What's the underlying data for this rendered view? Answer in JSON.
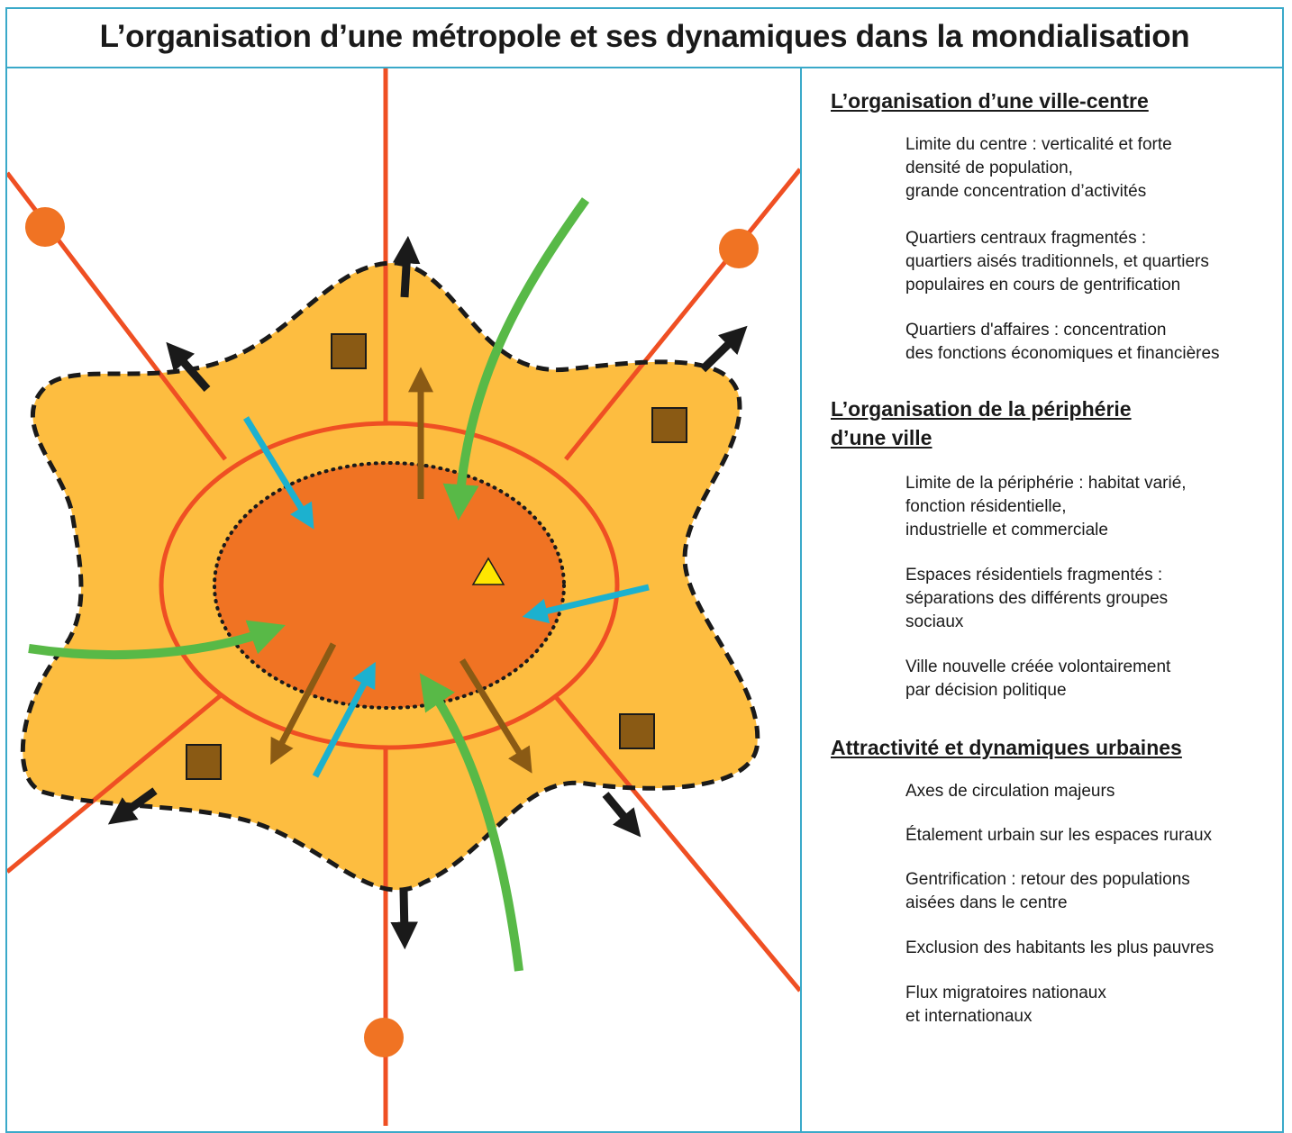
{
  "title": "L’organisation d’une métropole et ses dynamiques dans la mondialisation",
  "colors": {
    "frame": "#3aa9c9",
    "center": "#f07323",
    "periphery": "#fdbd40",
    "road": "#ef4f23",
    "green_arrow": "#58b947",
    "cyan_arrow": "#1cb1cf",
    "brown_arrow": "#8a5a14",
    "square": "#8a5a14",
    "triangle": "#ffe600",
    "black_arrow": "#1a1a1a"
  },
  "legend": {
    "section1": {
      "title": "L’organisation d’une ville-centre",
      "items": [
        "Limite du centre : verticalité et forte\ndensité de population,\ngrande concentration d’activités",
        "Quartiers centraux fragmentés :\nquartiers aisés traditionnels, et quartiers\npopulaires en cours de gentrification",
        "Quartiers d'affaires : concentration\ndes fonctions économiques et financières"
      ]
    },
    "section2": {
      "title": "L’organisation de la périphérie\nd’une ville",
      "items": [
        "Limite de la périphérie : habitat varié,\nfonction résidentielle,\nindustrielle et commerciale",
        "Espaces résidentiels fragmentés :\nséparations des différents groupes\nsociaux",
        "Ville nouvelle créée volontairement\npar décision politique"
      ]
    },
    "section3": {
      "title": "Attractivité et dynamiques urbaines",
      "items": [
        "Axes de circulation majeurs",
        "Étalement urbain sur les espaces ruraux",
        "Gentrification : retour des populations\naisées dans le centre",
        "Exclusion des habitants les plus pauvres",
        "Flux migratoires nationaux\net internationaux"
      ]
    }
  }
}
